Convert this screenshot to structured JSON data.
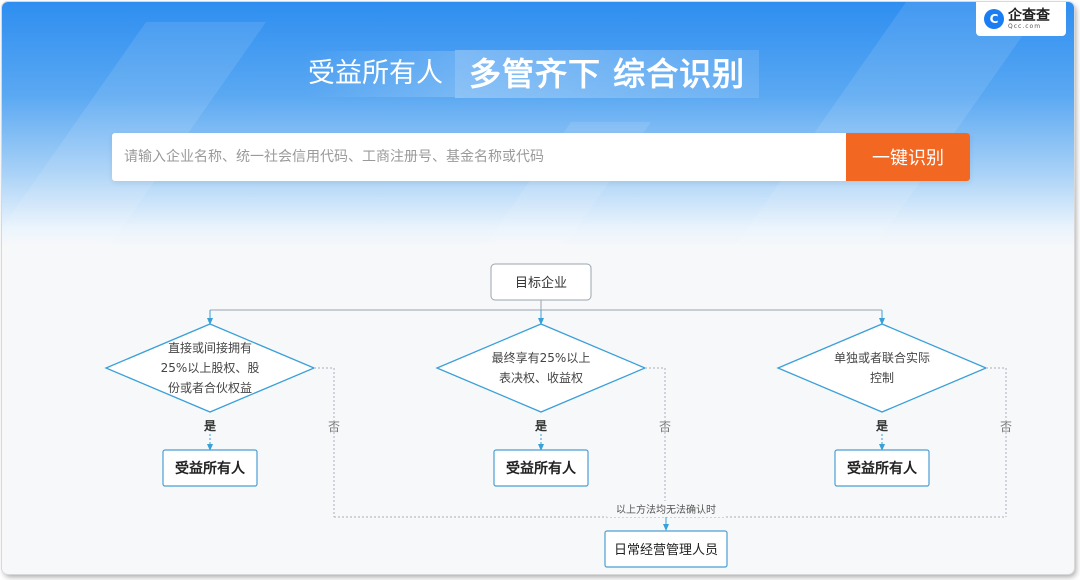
{
  "logo": {
    "mark": "C",
    "name": "企查查",
    "sub": "Qcc.com"
  },
  "headline": {
    "part1": "受益所有人",
    "part2": "多管齐下 综合识别"
  },
  "search": {
    "placeholder": "请输入企业名称、统一社会信用代码、工商注册号、基金名称或代码",
    "button_label": "一键识别"
  },
  "flowchart": {
    "root": "目标企业",
    "criteria": [
      {
        "lines": [
          "直接或间接拥有",
          "25%以上股权、股",
          "份或者合伙权益"
        ],
        "yes_label": "是",
        "no_label": "否",
        "result": "受益所有人"
      },
      {
        "lines": [
          "最终享有25%以上",
          "表决权、收益权"
        ],
        "yes_label": "是",
        "no_label": "否",
        "result": "受益所有人"
      },
      {
        "lines": [
          "单独或者联合实际",
          "控制"
        ],
        "yes_label": "是",
        "no_label": "否",
        "result": "受益所有人"
      }
    ],
    "fallback_note": "以上方法均无法确认时",
    "fallback_result": "日常经营管理人员"
  },
  "colors": {
    "accent_orange": "#f26722",
    "brand_blue": "#1a7df2",
    "flow_blue": "#3aa0d8",
    "box_border": "#4a9fd4"
  }
}
